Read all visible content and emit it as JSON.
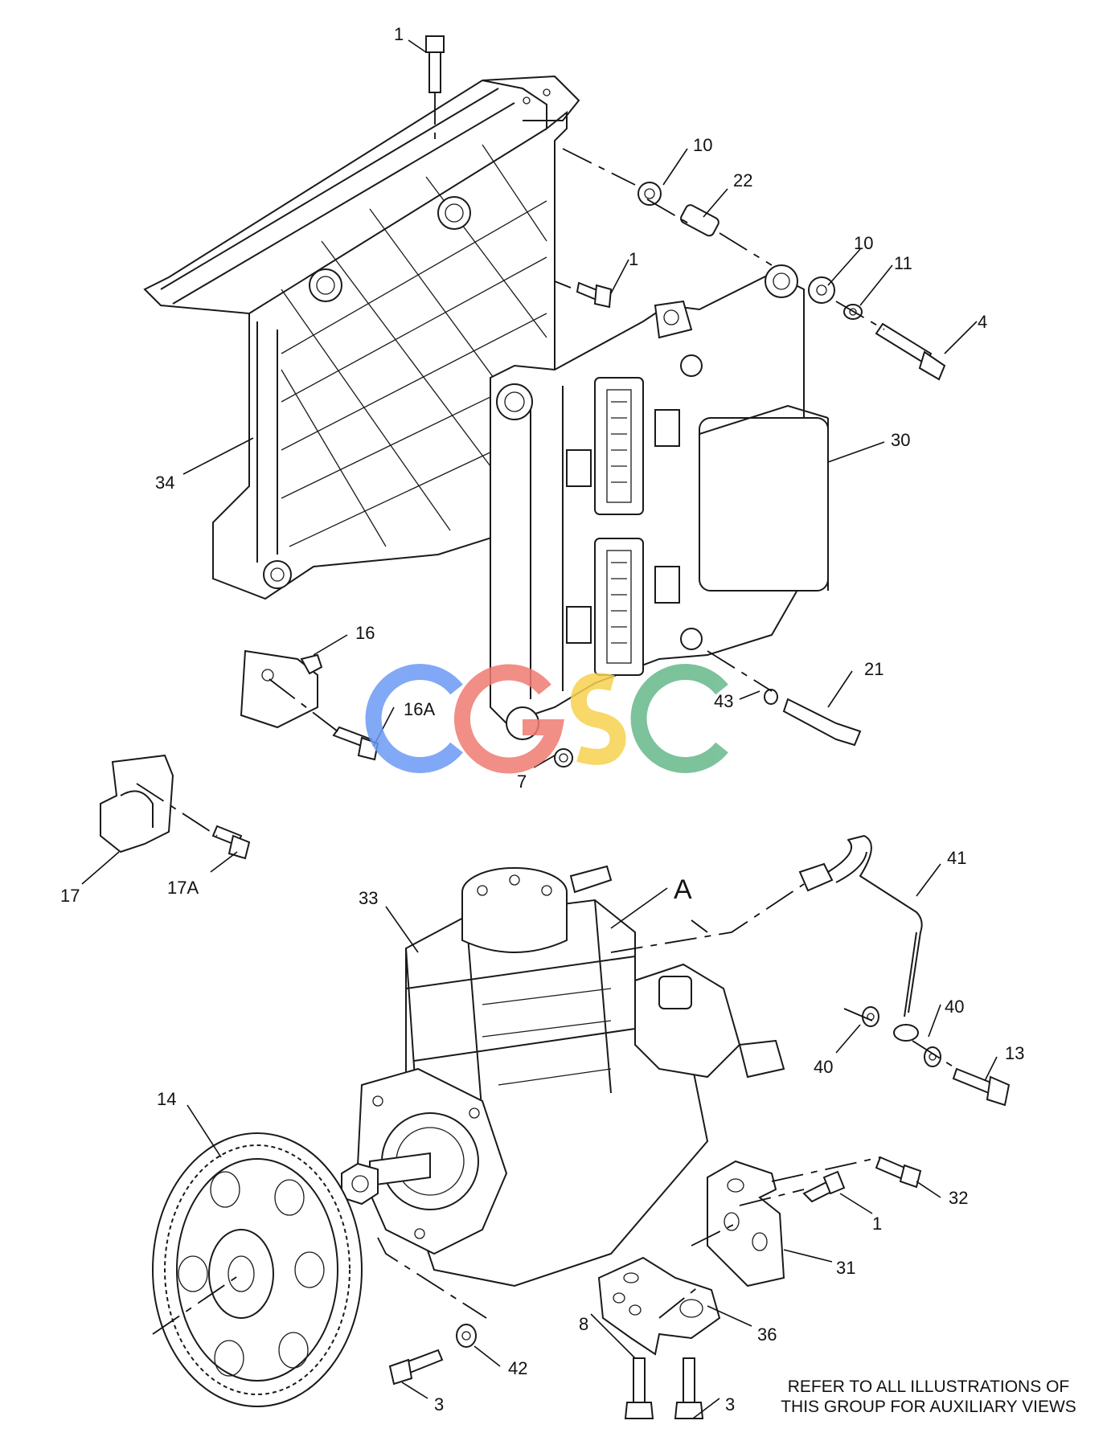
{
  "callouts": [
    {
      "id": "c-1a",
      "label": "1"
    },
    {
      "id": "c-10a",
      "label": "10"
    },
    {
      "id": "c-22",
      "label": "22"
    },
    {
      "id": "c-1b",
      "label": "1"
    },
    {
      "id": "c-10b",
      "label": "10"
    },
    {
      "id": "c-11",
      "label": "11"
    },
    {
      "id": "c-4",
      "label": "4"
    },
    {
      "id": "c-30",
      "label": "30"
    },
    {
      "id": "c-34",
      "label": "34"
    },
    {
      "id": "c-16",
      "label": "16"
    },
    {
      "id": "c-16A",
      "label": "16A"
    },
    {
      "id": "c-21",
      "label": "21"
    },
    {
      "id": "c-43",
      "label": "43"
    },
    {
      "id": "c-7",
      "label": "7"
    },
    {
      "id": "c-17",
      "label": "17"
    },
    {
      "id": "c-17A",
      "label": "17A"
    },
    {
      "id": "c-33",
      "label": "33"
    },
    {
      "id": "c-A",
      "label": "A"
    },
    {
      "id": "c-41",
      "label": "41"
    },
    {
      "id": "c-40a",
      "label": "40"
    },
    {
      "id": "c-40b",
      "label": "40"
    },
    {
      "id": "c-13",
      "label": "13"
    },
    {
      "id": "c-14",
      "label": "14"
    },
    {
      "id": "c-32",
      "label": "32"
    },
    {
      "id": "c-1c",
      "label": "1"
    },
    {
      "id": "c-31",
      "label": "31"
    },
    {
      "id": "c-36",
      "label": "36"
    },
    {
      "id": "c-8",
      "label": "8"
    },
    {
      "id": "c-42",
      "label": "42"
    },
    {
      "id": "c-3a",
      "label": "3"
    },
    {
      "id": "c-3b",
      "label": "3"
    }
  ],
  "note": {
    "line1": "REFER TO ALL ILLUSTRATIONS OF",
    "line2": "THIS GROUP FOR AUXILIARY VIEWS"
  },
  "watermark": {
    "text": "CGSC",
    "colors": [
      "#6b9af5",
      "#ef7b72",
      "#f6d24e",
      "#66b88a"
    ]
  }
}
